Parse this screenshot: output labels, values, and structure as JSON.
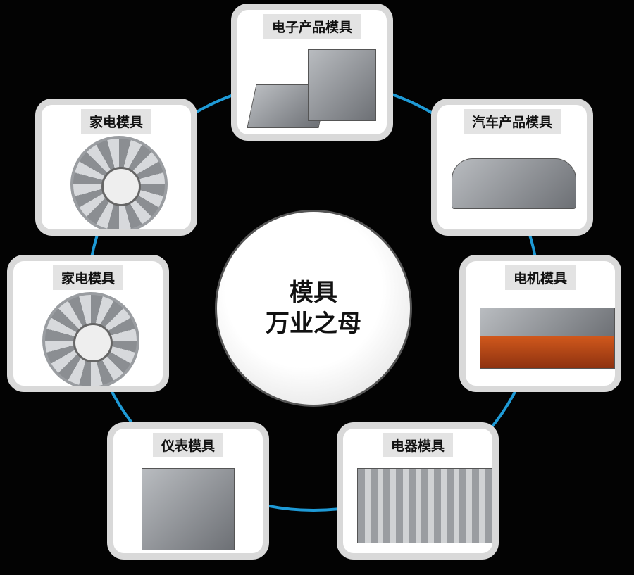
{
  "center": {
    "line1": "模具",
    "line2": "万业之母"
  },
  "cards": [
    {
      "label": "电子产品模具"
    },
    {
      "label": "汽车产品模具"
    },
    {
      "label": "电机模具"
    },
    {
      "label": "电器模具"
    },
    {
      "label": "仪表模具"
    },
    {
      "label": "家电模具"
    },
    {
      "label": "家电模具"
    }
  ],
  "colors": {
    "ring": "#1e9ad6",
    "card_border": "#d9d9d9",
    "label_bg": "#e3e3e3"
  }
}
